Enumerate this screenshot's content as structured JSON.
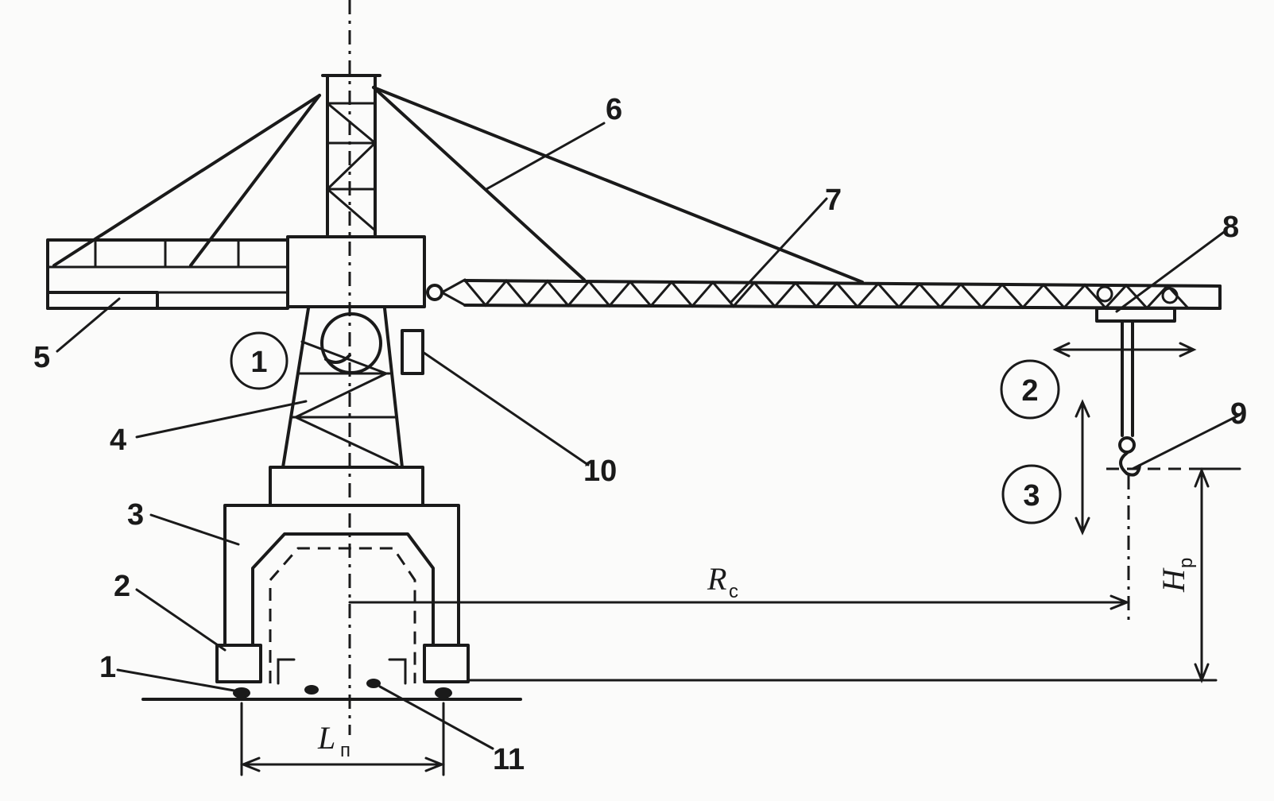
{
  "part_labels": [
    "1",
    "2",
    "3",
    "4",
    "5",
    "6",
    "7",
    "8",
    "9",
    "10",
    "11"
  ],
  "motion_labels": [
    "1",
    "2",
    "3"
  ],
  "dimensions": {
    "track_gauge": {
      "main": "L",
      "sub": "п"
    },
    "radius": {
      "main": "R",
      "sub": "c"
    },
    "lift_height": {
      "main": "H",
      "sub": "p"
    }
  }
}
